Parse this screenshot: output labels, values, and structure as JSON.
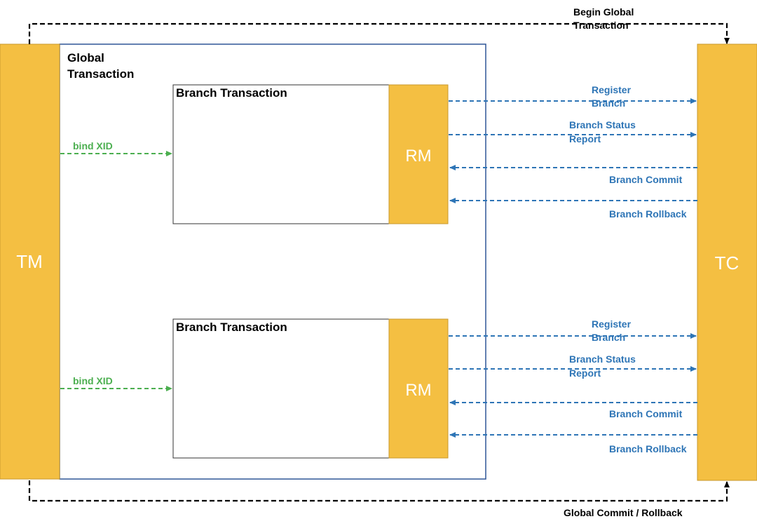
{
  "components": {
    "tm": "TM",
    "tc": "TC",
    "rm": "RM"
  },
  "global_transaction": {
    "label_line1": "Global",
    "label_line2": "Transaction"
  },
  "branch_transaction_label": "Branch Transaction",
  "top_flow": {
    "label_line1": "Begin Global",
    "label_line2": "Transaction"
  },
  "bottom_flow": {
    "label": "Global Commit / Rollback"
  },
  "bind_label": "bind XID",
  "branch_messages": {
    "register_line1": "Register",
    "register_line2": "Branch",
    "status_line1": "Branch Status",
    "status_line2": "Report",
    "commit": "Branch Commit",
    "rollback": "Branch Rollback"
  },
  "colors": {
    "component_fill": "#F4BF42",
    "component_border": "#C99A2E",
    "container_border": "#2F5597",
    "black_arrow": "#000000",
    "green_arrow": "#4CAF50",
    "blue_arrow": "#2E75B6"
  }
}
